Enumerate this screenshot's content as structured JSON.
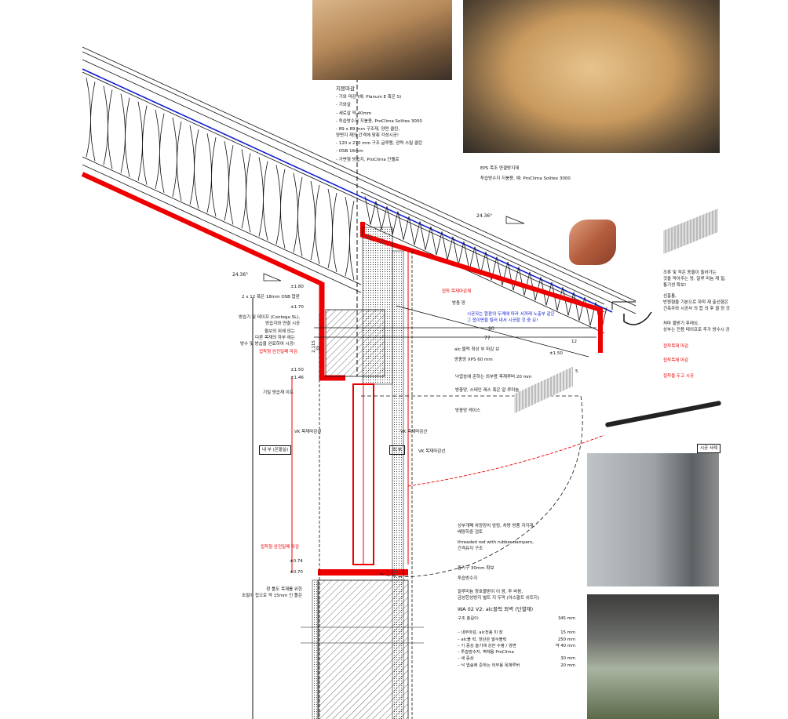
{
  "roof_spec": {
    "title": "지붕마감",
    "items": [
      "- 기와 마감 (예: Planum E 혹은 S)",
      "- 기와살",
      "- 세로살 약 40mm",
      "- 투습방수지 지붕용, ProClima Solitex 3000",
      "- 89 x 89 mm 구조재, 양면 클린,",
      "  양면지 재의 간격에 맞춰 각성시공!",
      "- 120 x 270 mm 구조 글루램, 광력 스틸 클린",
      "- OSB 16mm",
      "- 가변형 방습지, ProClima 인텔로"
    ]
  },
  "top_labels": [
    "EPS 목조 연결방지재",
    "투습방수지 지붕용, 예: ProClima Solitex 3000"
  ],
  "angles": [
    "24.36°",
    "24.36°"
  ],
  "left_labels": {
    "lvl_180": "±1.80",
    "osb": "2 x 12 폭은 18mm OSB 합판",
    "lvl_170": "±1.70",
    "tape": [
      "방습기 및 테이프 (Contega SL),",
      "방습지와 연결 시공"
    ],
    "beam": [
      "돌보의 위에 얹는",
      "다른 목재의 하부 에는",
      "방수 및 방습을 완료하여 시공!"
    ],
    "seal": "접착형 완전밀폐 마감",
    "lvl_150": "±1.50",
    "lvl_146": "±1.46",
    "airtight": "기밀 방습재 이프",
    "dim_a": "2.115",
    "dim_b": "35"
  },
  "center_labels": {
    "red_finish": "접착 목재마감재",
    "screen": "방충 망",
    "note": [
      "시공자는 합판의 두께에 따라 서까래 노출부 같은",
      "그 접이면을 될러 내서 시공할 것 중 요!"
    ],
    "d90": "90",
    "d77": "77",
    "d12": "12",
    "d5": "5",
    "alc_top": "alc 블럭 최상 부 마감 보",
    "xps": "방충망 XPS 60 mm",
    "lvl_150b": "±1.50",
    "louver": "낙엽송에 준하는 외부용 목재루버 20 mm",
    "mesh": "방충망, 스테인 레스 혹은 알 루미늄",
    "mesh_case": "방충망 케이스"
  },
  "right_labels": {
    "bird": [
      "조류 및 작은 동물이 들어가는",
      "것을 막아주는 망, 알루 미늄 재 질,",
      "통기성 확보!"
    ],
    "gutter": [
      "선홈통,",
      "반원형을 기본으로 하며 재 출선형은",
      "건축주와 시공사 의 합 의 후 결 정 것"
    ],
    "flashing": [
      "처마 물받기 후레싱,",
      "상부는 전용 테이프로 추가 방수시 공"
    ],
    "red1": "접착목재 마감",
    "red2": "접착목재 마감",
    "red3": "접착을 두고 시공"
  },
  "zones": {
    "vk1": "VK 목재마감선",
    "vk2": "VK 목재마감선",
    "vk_top": "VK 목재마감선",
    "inside": "내 부 (온돌실)",
    "outside": "외 부",
    "example": "시공 사례"
  },
  "lower_labels": {
    "shade": [
      "상부개폐 차양장치 암링, 차량 방풍 지지대,",
      "배양하중 검토"
    ],
    "rod": [
      "threaded rod with rubber dampers,",
      "간격유지 구조"
    ],
    "vent": "통기구 30mm 확보",
    "membrane": "투습방수지",
    "sill": [
      "알루미늄 창호물받이 이 음, 투 바음,",
      "금성한성방지 별트 지 두막 (아스팔트 쉬트지)"
    ],
    "seal2": "접착형 완전밀폐 마감",
    "lvl_074": "±0.74",
    "lvl_070": "±0.70",
    "frame": [
      "창 틀도 목재를 위한",
      "초벌이 접으로 약 15mm 인 틀은"
    ]
  },
  "wall_spec": {
    "title": "WA 02 V2: alc블럭 외벽 (단열재)",
    "total_label": "구조 총길이:",
    "total_value": "345  mm",
    "layers": [
      {
        "name": "– 내부마감, alc전용 미 장",
        "value": "15  mm"
      },
      {
        "name": "– alc블 럭, 첫단은 발수블럭",
        "value": "250  mm"
      },
      {
        "name": "– 기 중상 슬기에 강한 수평 / 양면",
        "value": "약 40  mm"
      },
      {
        "name": "– 투습방수지, 벽체용 ProClima",
        "value": ""
      },
      {
        "name": "– 세 중상",
        "value": "30  mm"
      },
      {
        "name": "– 낙 엽송에 준하는 외부용 목재루버",
        "value": "20  mm"
      }
    ]
  },
  "colors": {
    "red": "#ee0000",
    "blue": "#1020d0"
  }
}
